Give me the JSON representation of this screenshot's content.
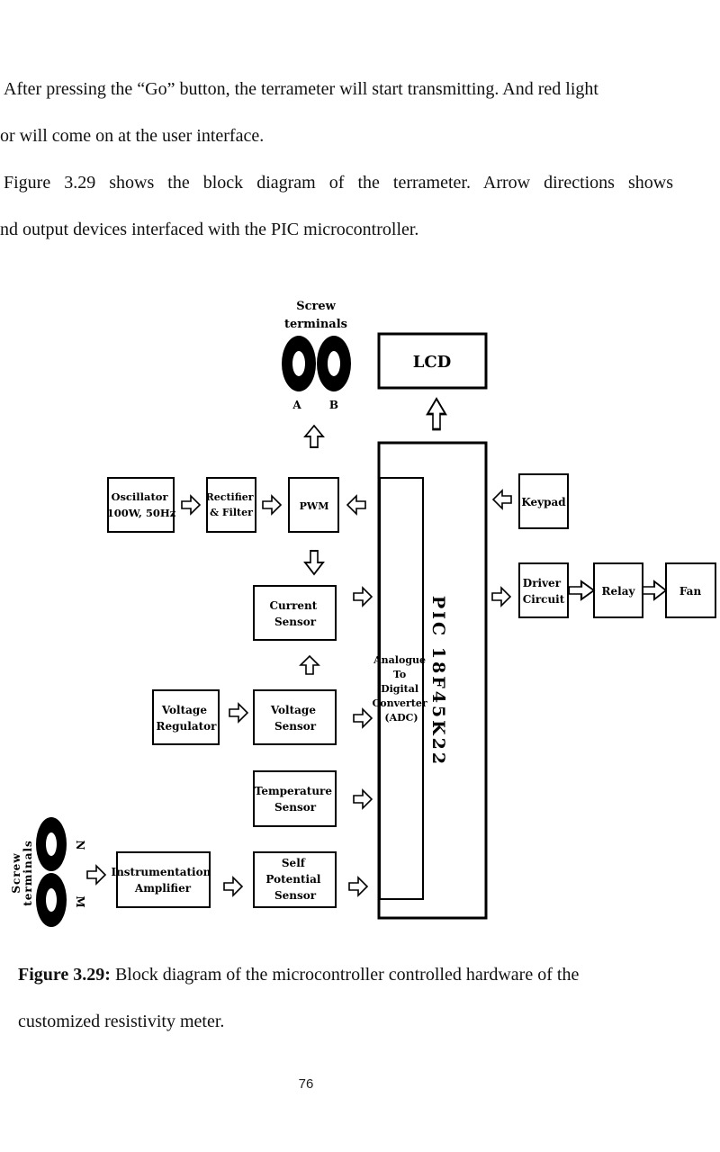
{
  "text": {
    "para1_line1": "After pressing the “Go” button, the terrameter will start transmitting. And red light",
    "para1_line2": "or will come on at the user interface.",
    "para2_line1": "Figure 3.29 shows the block diagram of the terrameter. Arrow directions shows",
    "para2_line2": "nd output devices interfaced with the PIC microcontroller."
  },
  "diagram": {
    "screw_terminals_top_line1": "Screw",
    "screw_terminals_top_line2": "terminals",
    "terminal_a": "A",
    "terminal_b": "B",
    "lcd": "LCD",
    "oscillator_line1": "Oscillator",
    "oscillator_line2": "100W, 50Hz",
    "rectifier_line1": "Rectifier",
    "rectifier_line2": "& Filter",
    "pwm": "PWM",
    "keypad": "Keypad",
    "driver_line1": "Driver",
    "driver_line2": "Circuit",
    "relay": "Relay",
    "fan": "Fan",
    "current_sensor_line1": "Current",
    "current_sensor_line2": "Sensor",
    "voltage_regulator_line1": "Voltage",
    "voltage_regulator_line2": "Regulator",
    "voltage_sensor_line1": "Voltage",
    "voltage_sensor_line2": "Sensor",
    "temperature_sensor_line1": "Temperature",
    "temperature_sensor_line2": "Sensor",
    "sp_sensor_line1": "Self",
    "sp_sensor_line2": "Potential",
    "sp_sensor_line3": "Sensor",
    "instrumentation_line1": "Instrumentation",
    "instrumentation_line2": "Amplifier",
    "adc_line1": "Analogue",
    "adc_line2": "To",
    "adc_line3": "Digital",
    "adc_line4": "Converter",
    "adc_line5": "(ADC)",
    "pic": "PIC 18F45K22",
    "screw_terminals_left_line1": "Screw",
    "screw_terminals_left_line2": "terminals",
    "terminal_n": "N",
    "terminal_m": "M"
  },
  "caption": {
    "label": "Figure 3.29:",
    "text_line1": " Block diagram of the microcontroller controlled hardware of the",
    "text_line2": "customized resistivity meter."
  },
  "page_number": "76"
}
